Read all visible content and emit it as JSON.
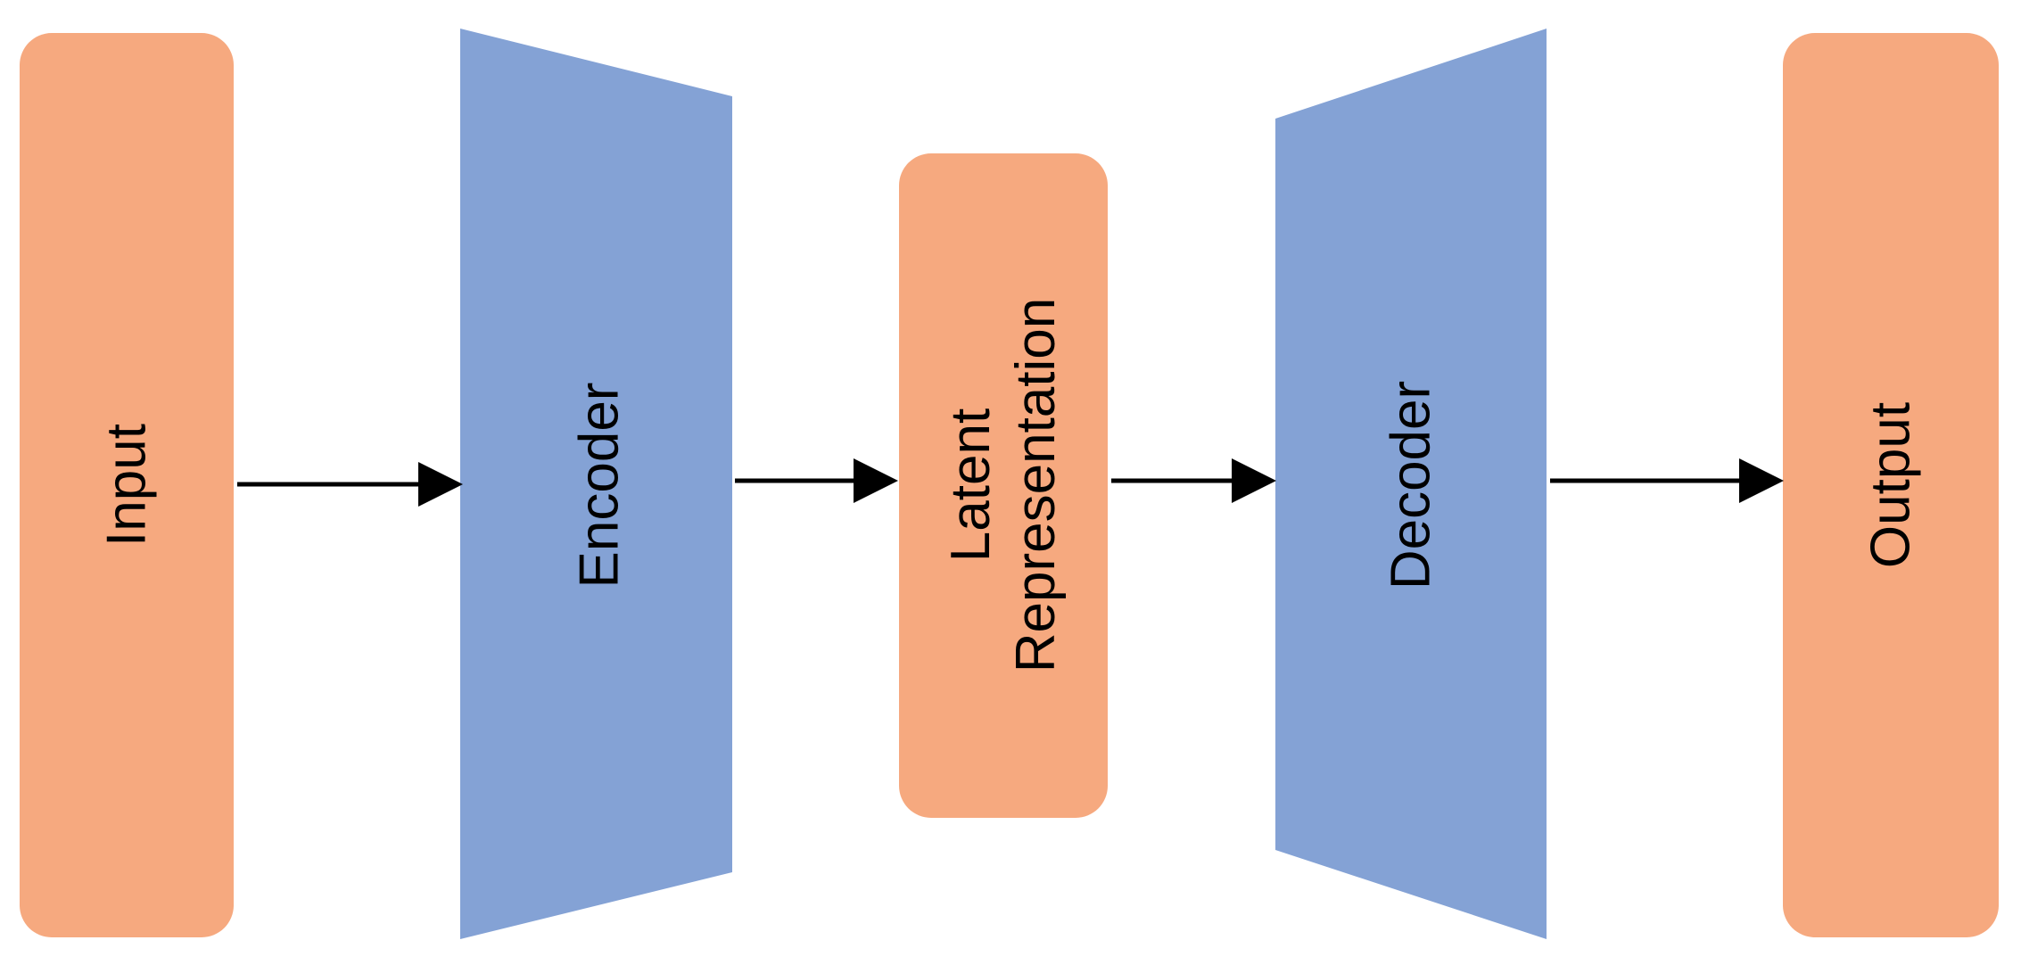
{
  "colors": {
    "io_block": "#F6A97F",
    "coder_block": "#84A2D5",
    "arrow": "#000000",
    "text": "#000000"
  },
  "blocks": {
    "input": {
      "label": "Input"
    },
    "encoder": {
      "label": "Encoder"
    },
    "latent": {
      "label_line1": "Latent",
      "label_line2": "Representation"
    },
    "decoder": {
      "label": "Decoder"
    },
    "output": {
      "label": "Output"
    }
  }
}
